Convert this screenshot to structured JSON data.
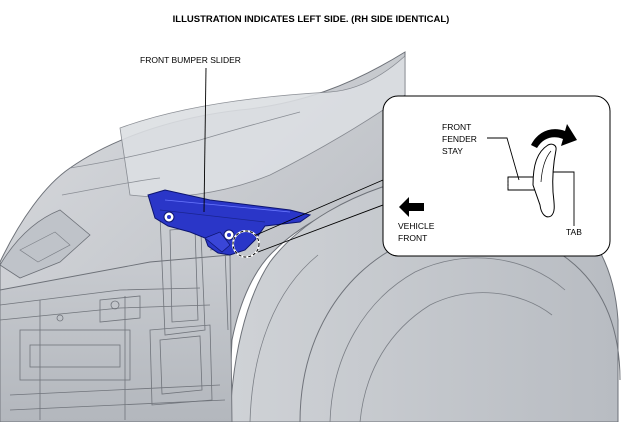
{
  "title": "ILLUSTRATION INDICATES LEFT SIDE. (RH SIDE IDENTICAL)",
  "labels": {
    "slider": "FRONT BUMPER SLIDER",
    "stay_line1": "FRONT",
    "stay_line2": "FENDER",
    "stay_line3": "STAY",
    "tab": "TAB",
    "vehicle_line1": "VEHICLE",
    "vehicle_line2": "FRONT"
  },
  "colors": {
    "part_highlight": "#2a36c8",
    "body_panel": "#c9ccd1",
    "background": "#ffffff"
  },
  "icons": {
    "direction": "arrow-left-icon",
    "rotation": "curved-arrow-icon"
  }
}
